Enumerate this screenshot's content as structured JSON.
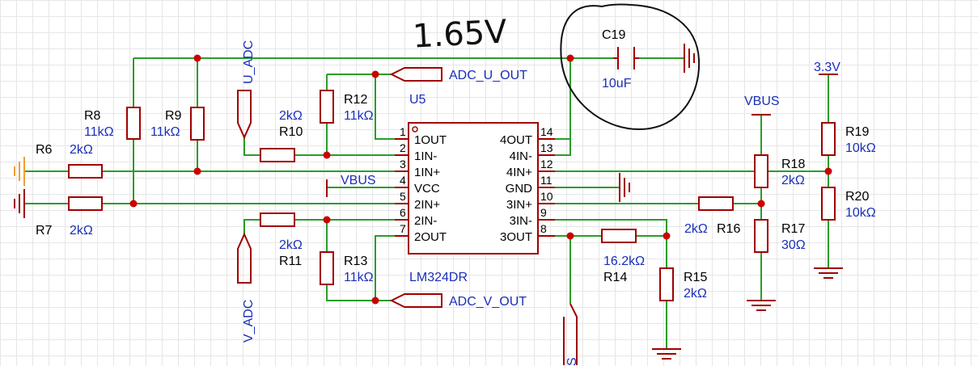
{
  "annotation": {
    "handwritten": "1.65V"
  },
  "components": {
    "R6": {
      "designator": "R6",
      "value": "2kΩ"
    },
    "R7": {
      "designator": "R7",
      "value": "2kΩ"
    },
    "R8": {
      "designator": "R8",
      "value": "11kΩ"
    },
    "R9": {
      "designator": "R9",
      "value": "11kΩ"
    },
    "R10": {
      "designator": "R10",
      "value": "2kΩ"
    },
    "R11": {
      "designator": "R11",
      "value": "2kΩ"
    },
    "R12": {
      "designator": "R12",
      "value": "11kΩ"
    },
    "R13": {
      "designator": "R13",
      "value": "11kΩ"
    },
    "R14": {
      "designator": "R14",
      "value": "16.2kΩ"
    },
    "R15": {
      "designator": "R15",
      "value": "2kΩ"
    },
    "R16": {
      "designator": "R16",
      "value": "2kΩ"
    },
    "R17": {
      "designator": "R17",
      "value": "30Ω"
    },
    "R18": {
      "designator": "R18",
      "value": "2kΩ"
    },
    "R19": {
      "designator": "R19",
      "value": "10kΩ"
    },
    "R20": {
      "designator": "R20",
      "value": "10kΩ"
    },
    "C19": {
      "designator": "C19",
      "value": "10uF"
    }
  },
  "ic": {
    "designator": "U5",
    "part": "LM324DR",
    "left_pins": [
      {
        "num": "1",
        "name": "1OUT"
      },
      {
        "num": "2",
        "name": "1IN-"
      },
      {
        "num": "3",
        "name": "1IN+"
      },
      {
        "num": "4",
        "name": "VCC"
      },
      {
        "num": "5",
        "name": "2IN+"
      },
      {
        "num": "6",
        "name": "2IN-"
      },
      {
        "num": "7",
        "name": "2OUT"
      }
    ],
    "right_pins": [
      {
        "num": "14",
        "name": "4OUT"
      },
      {
        "num": "13",
        "name": "4IN-"
      },
      {
        "num": "12",
        "name": "4IN+"
      },
      {
        "num": "11",
        "name": "GND"
      },
      {
        "num": "10",
        "name": "3IN+"
      },
      {
        "num": "9",
        "name": "3IN-"
      },
      {
        "num": "8",
        "name": "3OUT"
      }
    ]
  },
  "nets": {
    "adc_u_out": "ADC_U_OUT",
    "adc_v_out": "ADC_V_OUT",
    "u_adc": "U_ADC",
    "v_adc": "V_ADC",
    "vbus_pin4": "VBUS",
    "vbus_r18": "VBUS",
    "v33": "3.3V",
    "s_label": "S"
  },
  "colors": {
    "wire": "#2a9d2a",
    "component": "#a00000",
    "junction": "#cc0000",
    "value_text": "#1a2fb8"
  }
}
